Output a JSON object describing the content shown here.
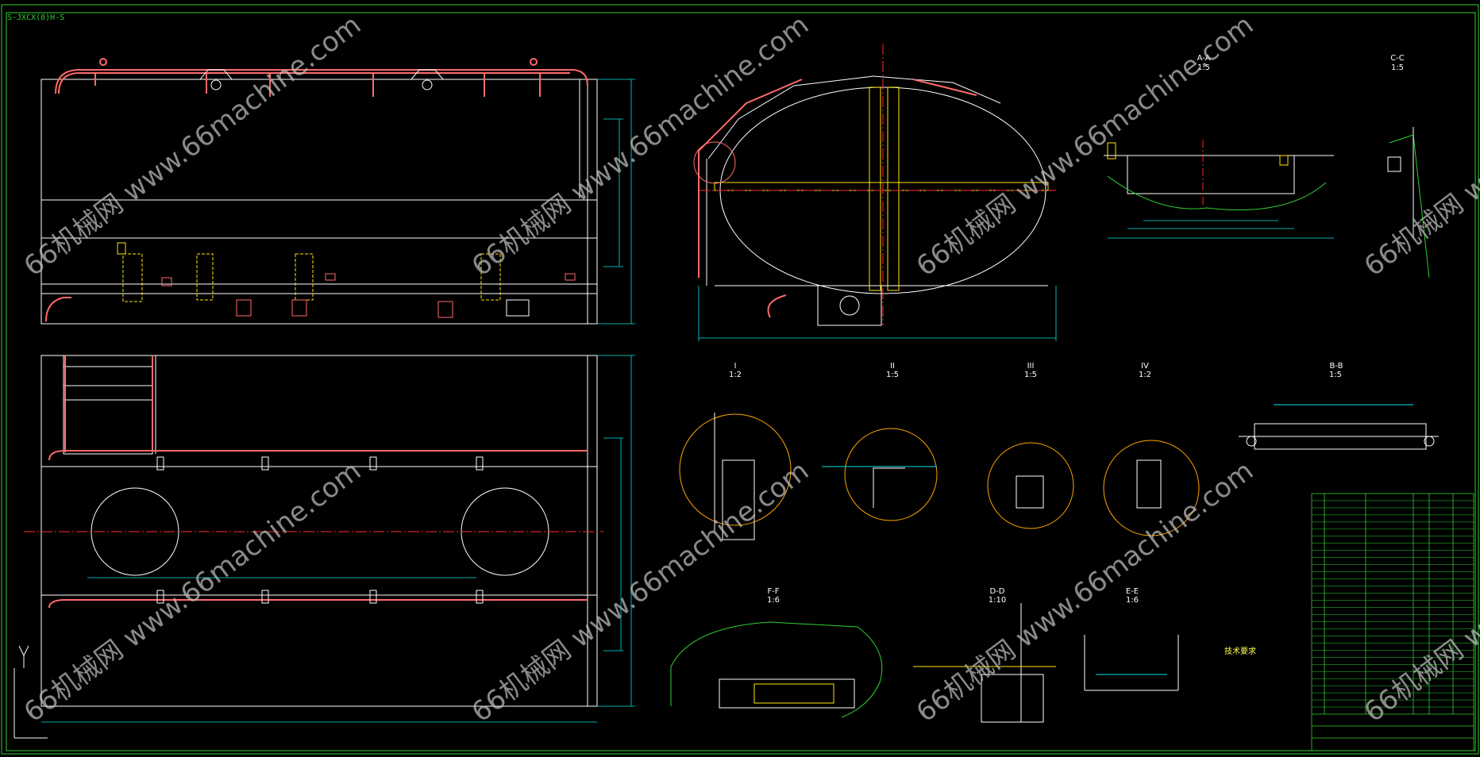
{
  "drawing": {
    "stamp": "S-JXCX(0)H-S",
    "watermark": "66机械网 www.66machine.com",
    "colors": {
      "background": "#000000",
      "outline": "#ffffff",
      "dimension": "#00e5e5",
      "centerline": "#ff2a2a",
      "hidden": "#ffe600",
      "border": "#2fd12f",
      "pipe": "#ff6a6a"
    }
  },
  "views": {
    "section_aa": {
      "title": "A-A",
      "scale": "1:5"
    },
    "section_cc": {
      "title": "C-C",
      "scale": "1:5"
    },
    "detail_1": {
      "title": "I",
      "scale": "1:2"
    },
    "detail_2": {
      "title": "II",
      "scale": "1:5"
    },
    "detail_3": {
      "title": "III",
      "scale": "1:5"
    },
    "detail_4": {
      "title": "IV",
      "scale": "1:2"
    },
    "section_bb": {
      "title": "B-B",
      "scale": "1:5"
    },
    "section_ff": {
      "title": "F-F",
      "scale": "1:6"
    },
    "section_dd": {
      "title": "D-D",
      "scale": "1:10"
    },
    "section_ee": {
      "title": "E-E",
      "scale": "1:6"
    }
  },
  "notes": {
    "title": "技术要求"
  },
  "title_block": {
    "rows": 31
  }
}
